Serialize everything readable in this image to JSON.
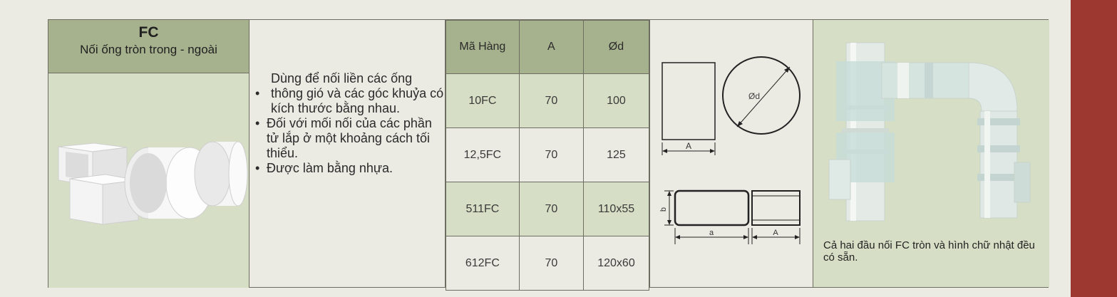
{
  "product": {
    "code": "FC",
    "name": "Nối ống tròn trong - ngoài"
  },
  "description": {
    "bullets": [
      "Dùng để nối liền các ống thông gió và các góc khuỷa có kích thước bằng nhau.",
      "Đối với mối nối của các phần tử lắp ở một khoảng cách tối thiểu.",
      "Được làm bằng nhựa."
    ],
    "bullet_symbol": "•"
  },
  "spec_table": {
    "headers": [
      "Mã Hàng",
      "A",
      "Ød"
    ],
    "rows": [
      [
        "10FC",
        "70",
        "100"
      ],
      [
        "12,5FC",
        "70",
        "125"
      ],
      [
        "511FC",
        "70",
        "110x55"
      ],
      [
        "612FC",
        "70",
        "120x60"
      ]
    ]
  },
  "diagram": {
    "label_diameter": "Ød",
    "label_a_upper": "A",
    "label_b": "b",
    "label_a_lower": "a",
    "label_A_lower": "A"
  },
  "application": {
    "caption": "Cả hai đầu nối FC tròn và hình chữ nhật đều có sẵn."
  },
  "colors": {
    "header_green": "#a6b28d",
    "light_green": "#d6dfc5",
    "background": "#ebebe4",
    "accent_red": "#9c3830"
  }
}
